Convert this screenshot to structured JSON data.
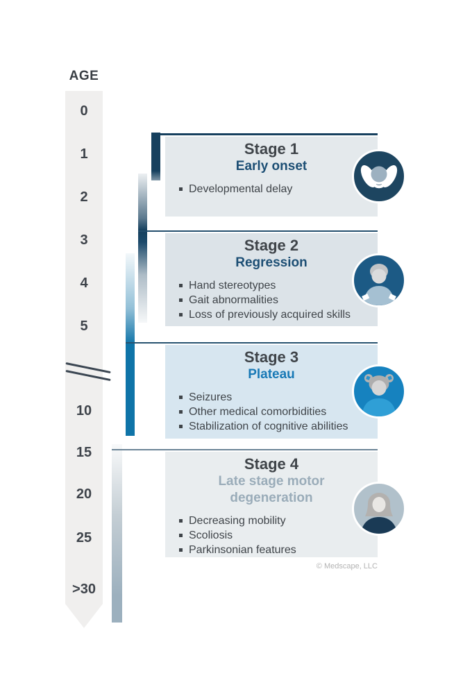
{
  "axis": {
    "title": "AGE",
    "ticks": [
      "0",
      "1",
      "2",
      "3",
      "4",
      "5",
      "10",
      "15",
      "20",
      "25",
      ">30"
    ],
    "has_break_marks": true
  },
  "stages": [
    {
      "title": "Stage 1",
      "subtitle": "Early onset",
      "bullets": [
        "Developmental delay"
      ],
      "icon": "pacifier-icon",
      "accent_color": "#16405e",
      "card_bg": "#e4e9ec",
      "subtitle_color": "#1c4e74",
      "age_span": "0-2"
    },
    {
      "title": "Stage 2",
      "subtitle": "Regression",
      "bullets": [
        "Hand stereotypes",
        "Gait abnormalities",
        "Loss of previously acquired skills"
      ],
      "icon": "toddler-icon",
      "accent_color": "#16405e",
      "card_bg": "#dce3e8",
      "subtitle_color": "#1c4e74",
      "age_span": "1-5"
    },
    {
      "title": "Stage 3",
      "subtitle": "Plateau",
      "bullets": [
        "Seizures",
        "Other medical comorbidities",
        "Stabilization of cognitive abilities"
      ],
      "icon": "girl-pigtails-icon",
      "accent_color": "#0f74a8",
      "card_bg": "#d7e6f0",
      "subtitle_color": "#1879b6",
      "age_span": "3-10"
    },
    {
      "title": "Stage 4",
      "subtitle": "Late stage motor degeneration",
      "bullets": [
        "Decreasing mobility",
        "Scoliosis",
        "Parkinsonian features"
      ],
      "icon": "woman-icon",
      "accent_color": "#9cb0be",
      "card_bg": "#e9edef",
      "subtitle_color": "#9aacb9",
      "age_span": "13->30"
    }
  ],
  "credit": "© Medscape, LLC"
}
